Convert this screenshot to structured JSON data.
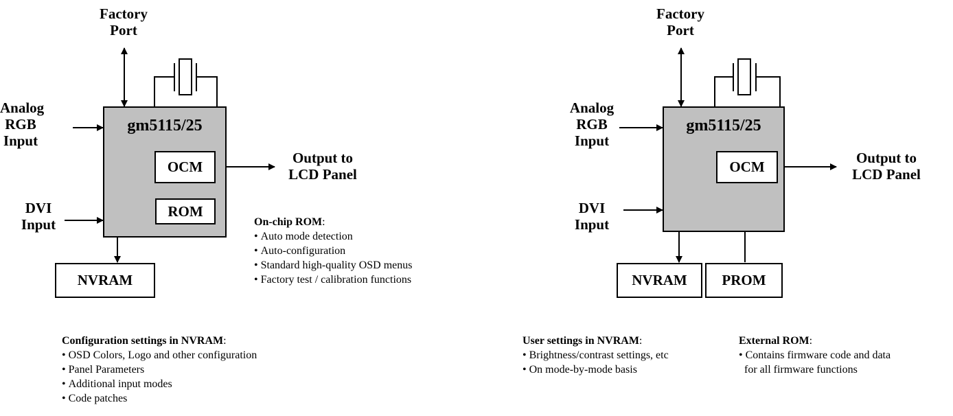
{
  "left_diagram": {
    "factory_port": [
      "Factory",
      "Port"
    ],
    "analog_input": [
      "Analog",
      "RGB",
      "Input"
    ],
    "dvi_input": [
      "DVI",
      "Input"
    ],
    "output": [
      "Output to",
      "LCD Panel"
    ],
    "chip_name": "gm5115/25",
    "ocm": "OCM",
    "rom": "ROM",
    "nvram": "NVRAM",
    "onchip_note": {
      "heading": "On-chip ROM",
      "colon": ":",
      "items": [
        "Auto mode detection",
        "Auto-configuration",
        "Standard high-quality OSD menus",
        "Factory test / calibration functions"
      ]
    },
    "config_note": {
      "heading": "Configuration settings in NVRAM",
      "colon": ":",
      "items": [
        "OSD Colors, Logo and other configuration",
        "Panel Parameters",
        "Additional input modes",
        "Code patches"
      ]
    }
  },
  "right_diagram": {
    "factory_port": [
      "Factory",
      "Port"
    ],
    "analog_input": [
      "Analog",
      "RGB",
      "Input"
    ],
    "dvi_input": [
      "DVI",
      "Input"
    ],
    "output": [
      "Output to",
      "LCD Panel"
    ],
    "chip_name": "gm5115/25",
    "ocm": "OCM",
    "nvram": "NVRAM",
    "prom": "PROM",
    "user_note": {
      "heading": "User settings in NVRAM",
      "colon": ":",
      "items": [
        "Brightness/contrast settings, etc",
        "On mode-by-mode basis"
      ]
    },
    "extrom_note": {
      "heading": "External ROM",
      "colon": ":",
      "items": [
        "Contains firmware code and data",
        "for all firmware functions"
      ]
    }
  }
}
